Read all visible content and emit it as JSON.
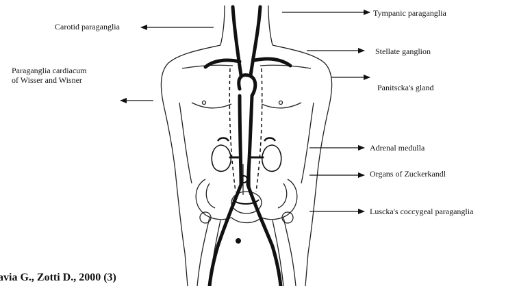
{
  "labels": {
    "carotid": "Carotid paraganglia",
    "tympanic": "Tympanic paraganglia",
    "stellate": "Stellate ganglion",
    "cardiacum_line1": "Paraganglia cardiacum",
    "cardiacum_line2": "of Wisser and Wisner",
    "panitscka": "Panitscka's gland",
    "adrenal": "Adrenal medulla",
    "zuckerkandl": "Organs of Zuckerkandl",
    "luscka": "Luscka's coccygeal paraganglia"
  },
  "caption": "avia G., Zotti D., 2000 (3)",
  "colors": {
    "ink": "#111111",
    "background": "#ffffff"
  }
}
